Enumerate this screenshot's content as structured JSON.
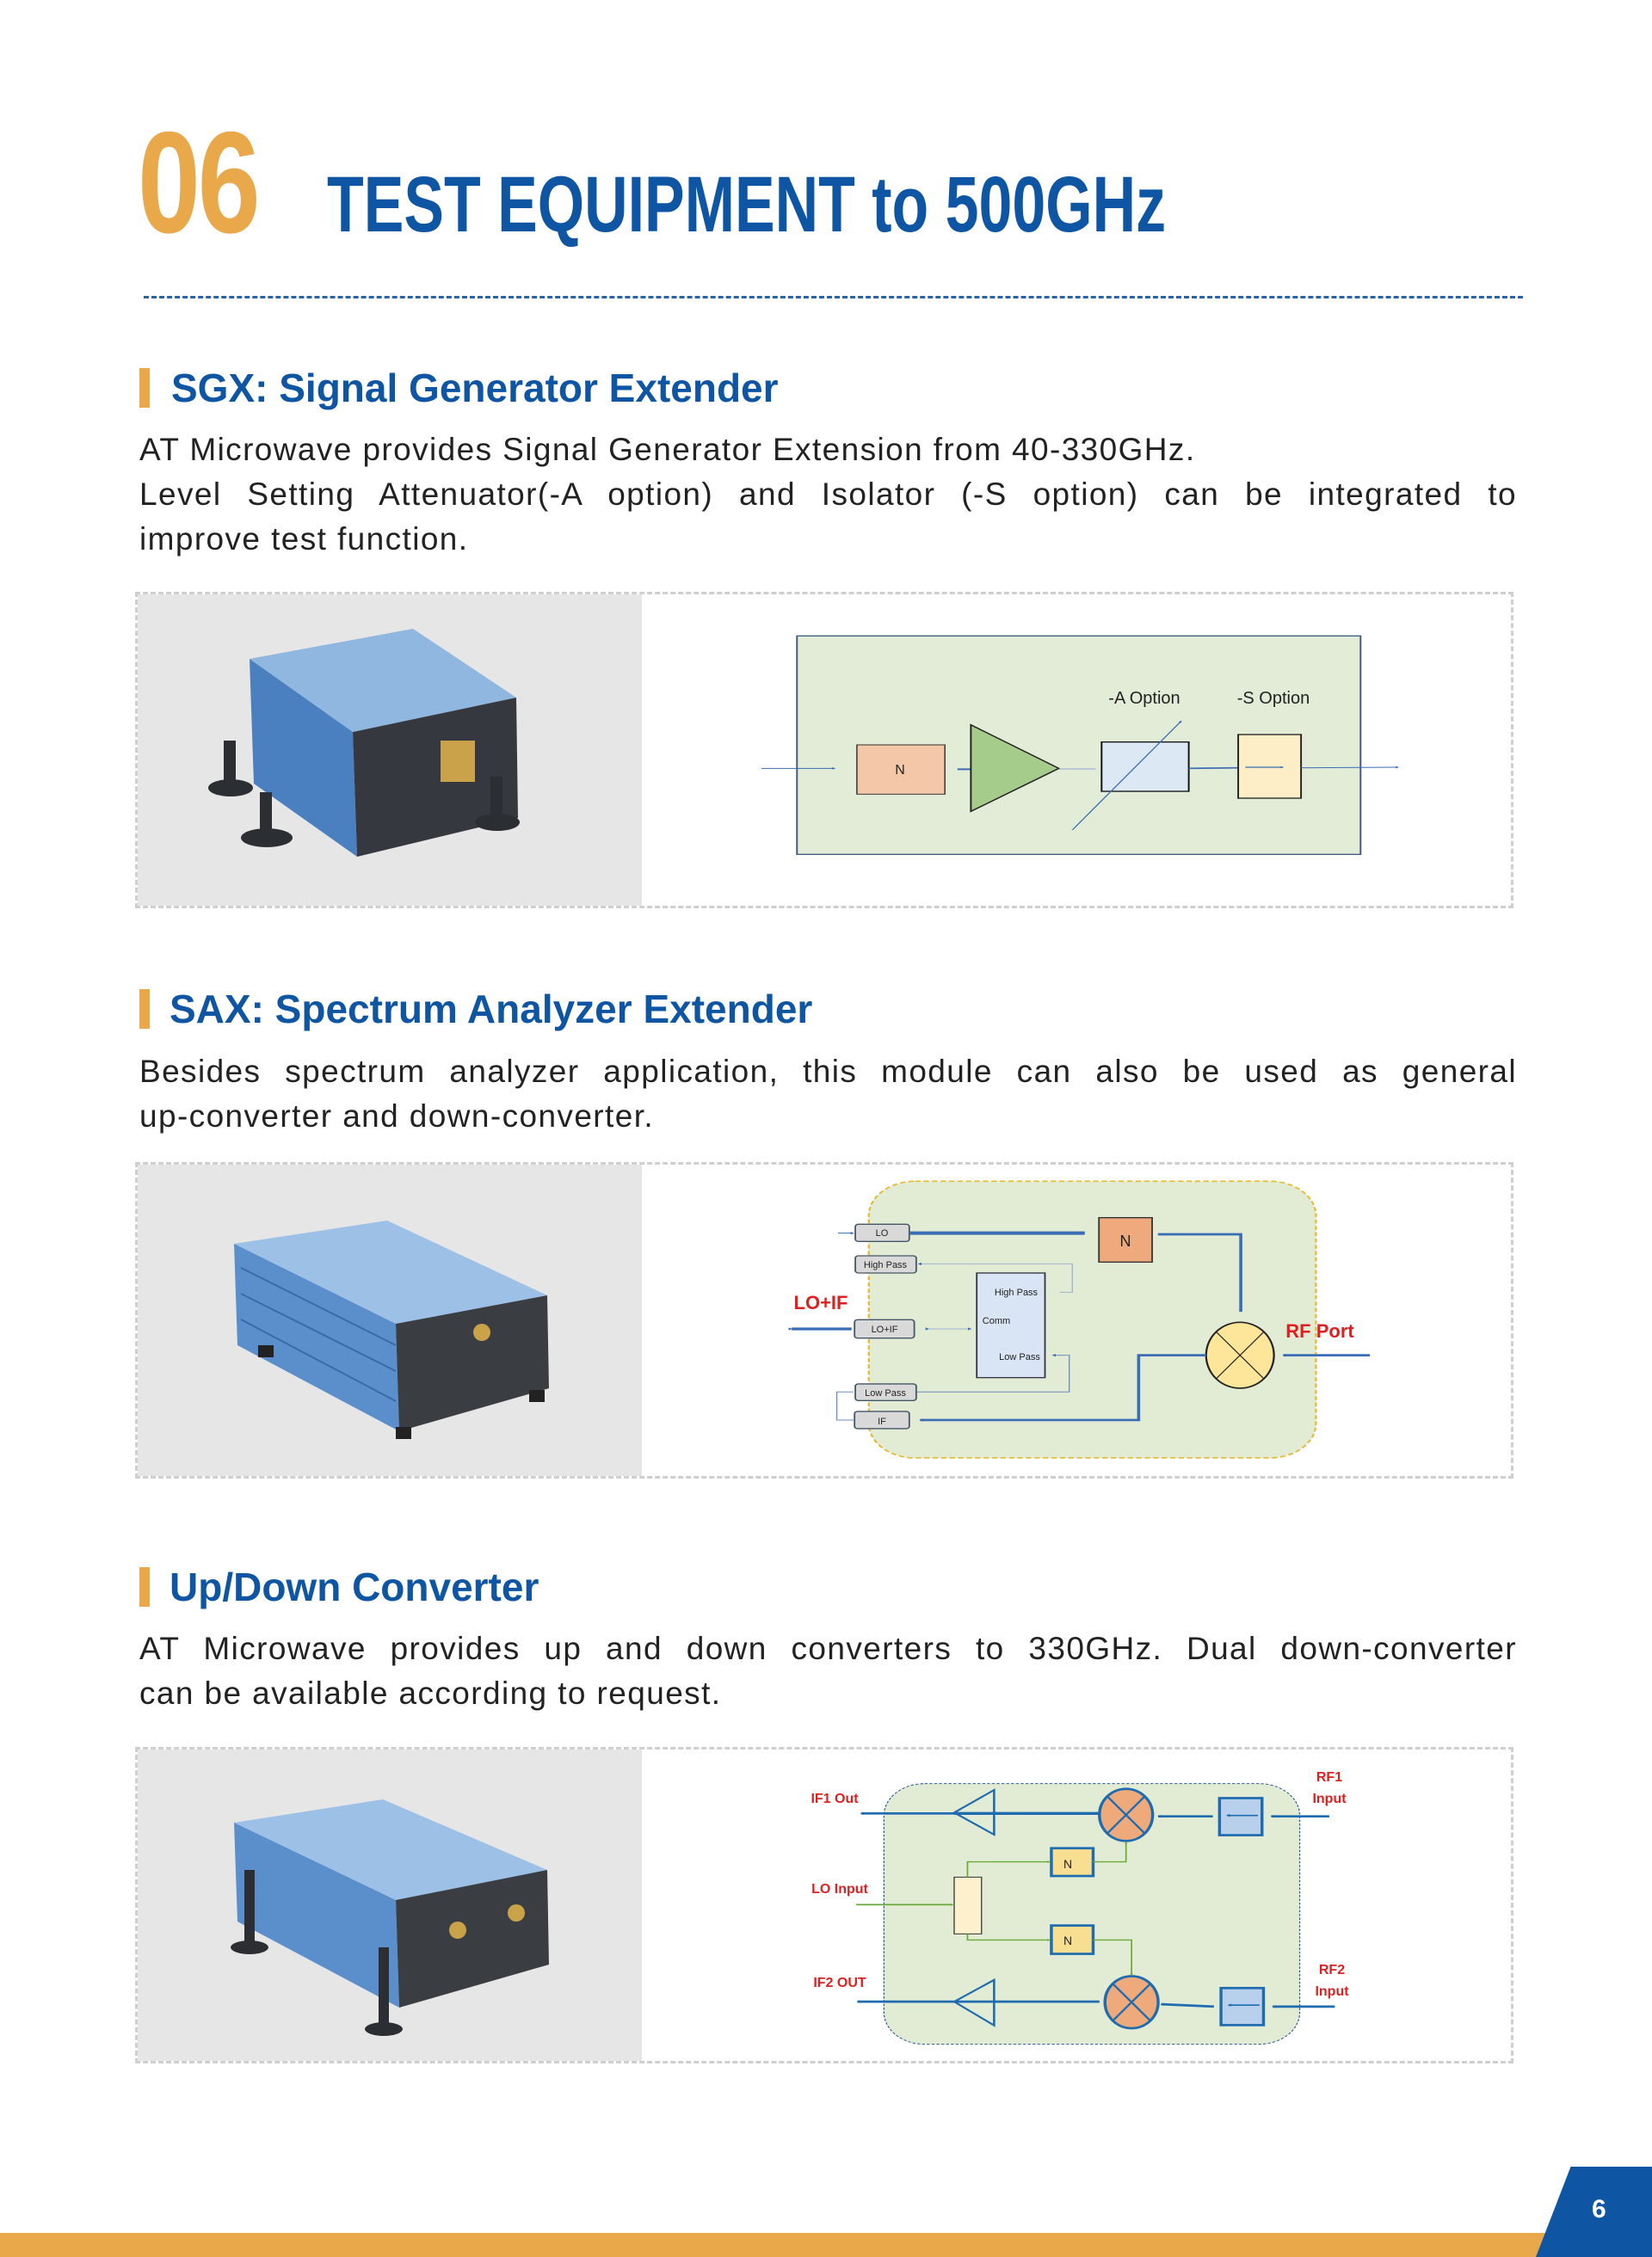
{
  "header": {
    "number": "06",
    "title": "TEST EQUIPMENT to 500GHz"
  },
  "colors": {
    "brand_blue": "#0e55a4",
    "accent_orange": "#e9a84a",
    "label_red": "#e02020"
  },
  "sections": [
    {
      "heading": "SGX: Signal Generator Extender",
      "lines": [
        "AT Microwave provides Signal Generator Extension from 40-330GHz.",
        "Level Setting Attenuator(-A option) and Isolator (-S option) can be integrated to",
        "improve test function."
      ],
      "diagram": {
        "multiplier": "N",
        "a_option": "-A Option",
        "s_option": "-S Option"
      }
    },
    {
      "heading": "SAX: Spectrum Analyzer Extender",
      "lines": [
        "Besides spectrum analyzer application, this module can also be used as general",
        "up-converter and down-converter."
      ],
      "diagram": {
        "lo": "LO",
        "high_pass": "High Pass",
        "lo_if": "LO+IF",
        "low_pass": "Low Pass",
        "if": "IF",
        "lo_if_label": "LO+IF",
        "rf_port": "RF Port",
        "multiplier": "N",
        "comm_high_pass": "High Pass",
        "comm": "Comm",
        "comm_low_pass": "Low Pass"
      }
    },
    {
      "heading": "Up/Down Converter",
      "lines": [
        "AT Microwave provides up and down converters to 330GHz. Dual down-converter",
        "can be available according to request."
      ],
      "diagram": {
        "if1_out": "IF1 Out",
        "lo_input": "LO Input",
        "if2_out": "IF2 OUT",
        "rf1": "RF1",
        "rf1_input": "Input",
        "rf2": "RF2",
        "rf2_input": "Input",
        "multiplier_1": "N",
        "multiplier_2": "N"
      }
    }
  ],
  "footer": {
    "page_number": "6"
  }
}
